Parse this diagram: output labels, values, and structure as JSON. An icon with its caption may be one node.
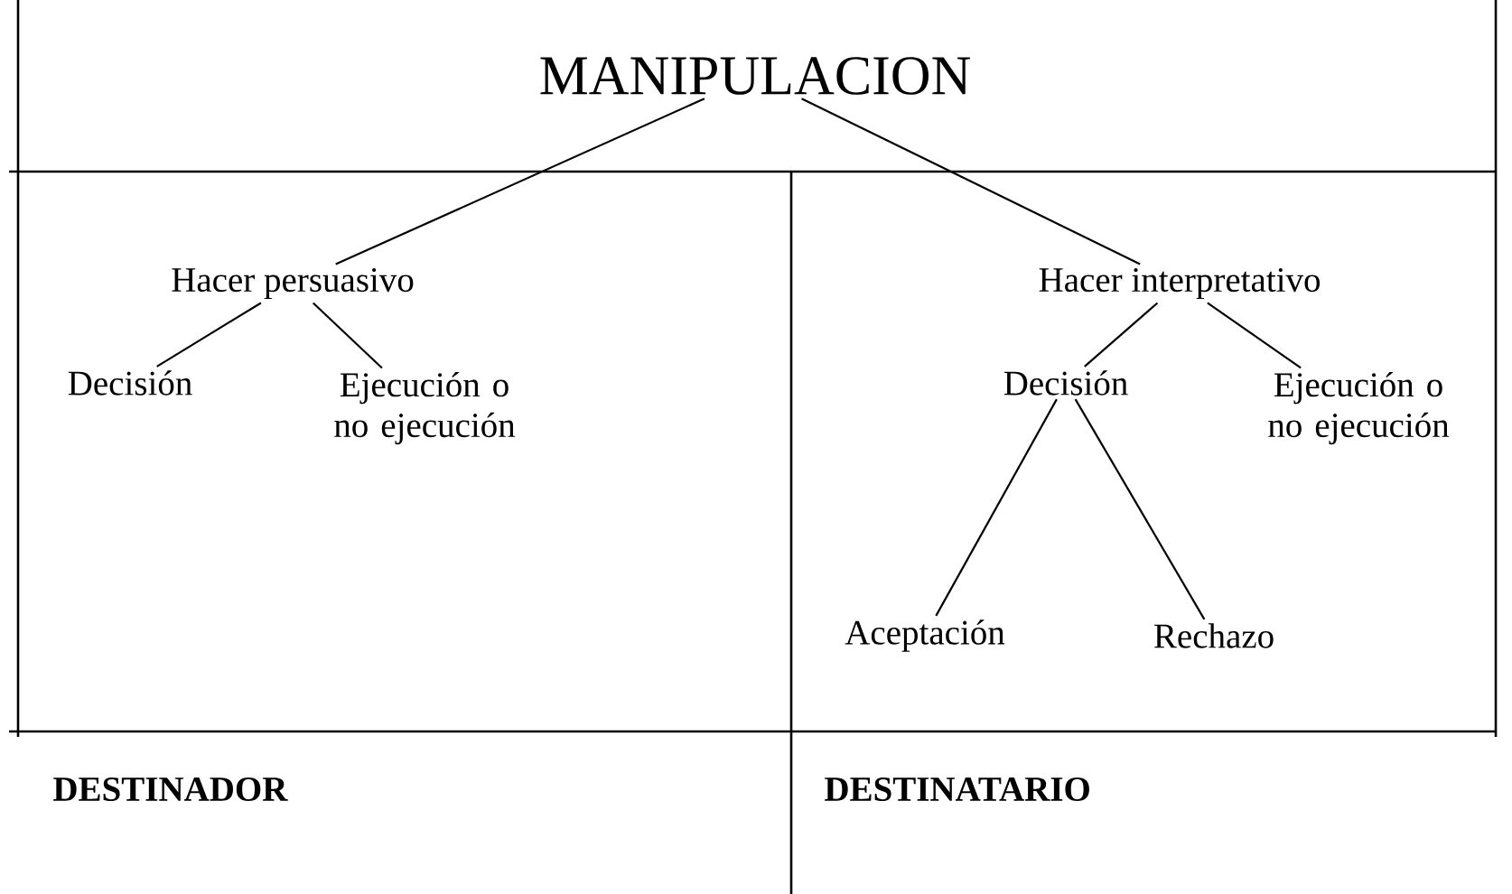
{
  "diagram": {
    "nodes": [
      {
        "text": [
          "MANIPULACION"
        ]
      },
      {
        "text": [
          "Hacer persuasivo"
        ]
      },
      {
        "text": [
          "Decisión"
        ]
      },
      {
        "text": [
          "Ejecución o no ejecución"
        ]
      },
      {
        "text": [
          "Hacer interpretativo"
        ]
      },
      {
        "text": [
          "Decisión"
        ]
      },
      {
        "text": [
          "Ejecución o no ejecución"
        ]
      },
      {
        "text": [
          "Aceptación"
        ]
      },
      {
        "text": [
          "Rechazo"
        ]
      }
    ],
    "edges": [
      {
        "from": 0,
        "to": 1,
        "arrow": "none"
      },
      {
        "from": 0,
        "to": 4,
        "arrow": "none"
      },
      {
        "from": 1,
        "to": 2,
        "arrow": "none"
      },
      {
        "from": 1,
        "to": 3,
        "arrow": "none"
      },
      {
        "from": 4,
        "to": 5,
        "arrow": "none"
      },
      {
        "from": 4,
        "to": 6,
        "arrow": "none"
      },
      {
        "from": 5,
        "to": 7,
        "arrow": "none"
      },
      {
        "from": 5,
        "to": 8,
        "arrow": "none"
      }
    ],
    "labels": [
      "DESTINADOR",
      "DESTINATARIO"
    ]
  }
}
